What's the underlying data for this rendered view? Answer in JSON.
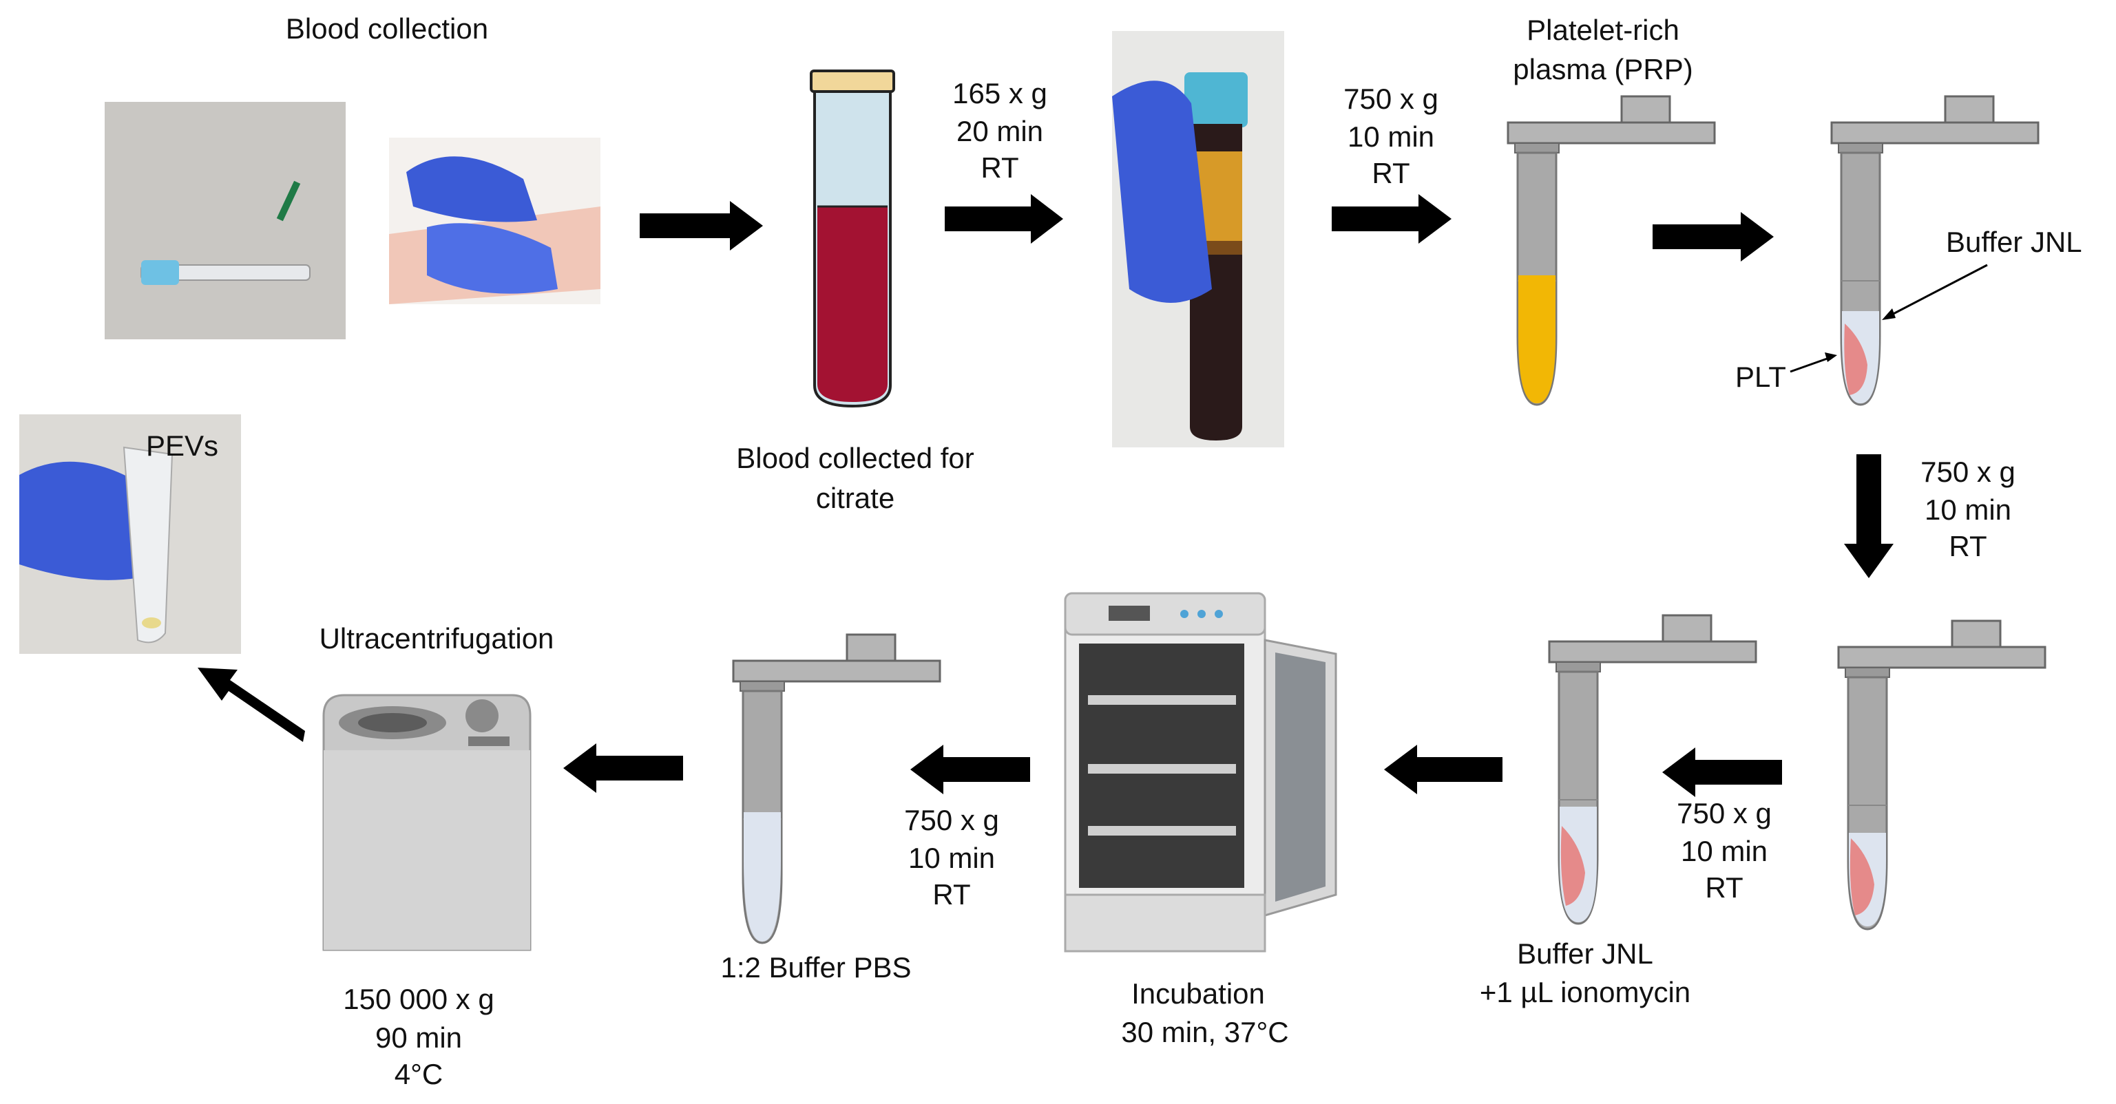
{
  "labels": {
    "blood_collection": "Blood collection",
    "blood_collected_line1": "Blood collected for",
    "blood_collected_line2": "citrate",
    "prp_line1": "Platelet-rich",
    "prp_line2": "plasma (PRP)",
    "buffer_jnl": "Buffer JNL",
    "plt": "PLT",
    "pevs": "PEVs",
    "ultracentrifugation": "Ultracentrifugation",
    "uc_line1": "150 000 x g",
    "uc_line2": "90 min",
    "uc_line3": "4°C",
    "pbs": "1:2 Buffer PBS",
    "incubation_line1": "Incubation",
    "incubation_line2": "30 min, 37°C",
    "jnl_iono_line1": "Buffer JNL",
    "jnl_iono_line2": "+1 µL ionomycin"
  },
  "steps": {
    "spin1": {
      "line1": "165 x g",
      "line2": "20 min",
      "line3": "RT"
    },
    "spin2": {
      "line1": "750 x g",
      "line2": "10 min",
      "line3": "RT"
    },
    "spin3": {
      "line1": "750 x g",
      "line2": "10 min",
      "line3": "RT"
    },
    "spin4": {
      "line1": "750 x g",
      "line2": "10 min",
      "line3": "RT"
    },
    "spin5": {
      "line1": "750 x g",
      "line2": "10 min",
      "line3": "RT"
    }
  },
  "colors": {
    "blood": "#a31232",
    "plasma": "#f2b705",
    "pellet": "#e58a8a",
    "buffer": "#dde4ef",
    "tube_grey": "#a9a9a9",
    "glove": "#3b5bd6",
    "arrow": "#000000"
  }
}
